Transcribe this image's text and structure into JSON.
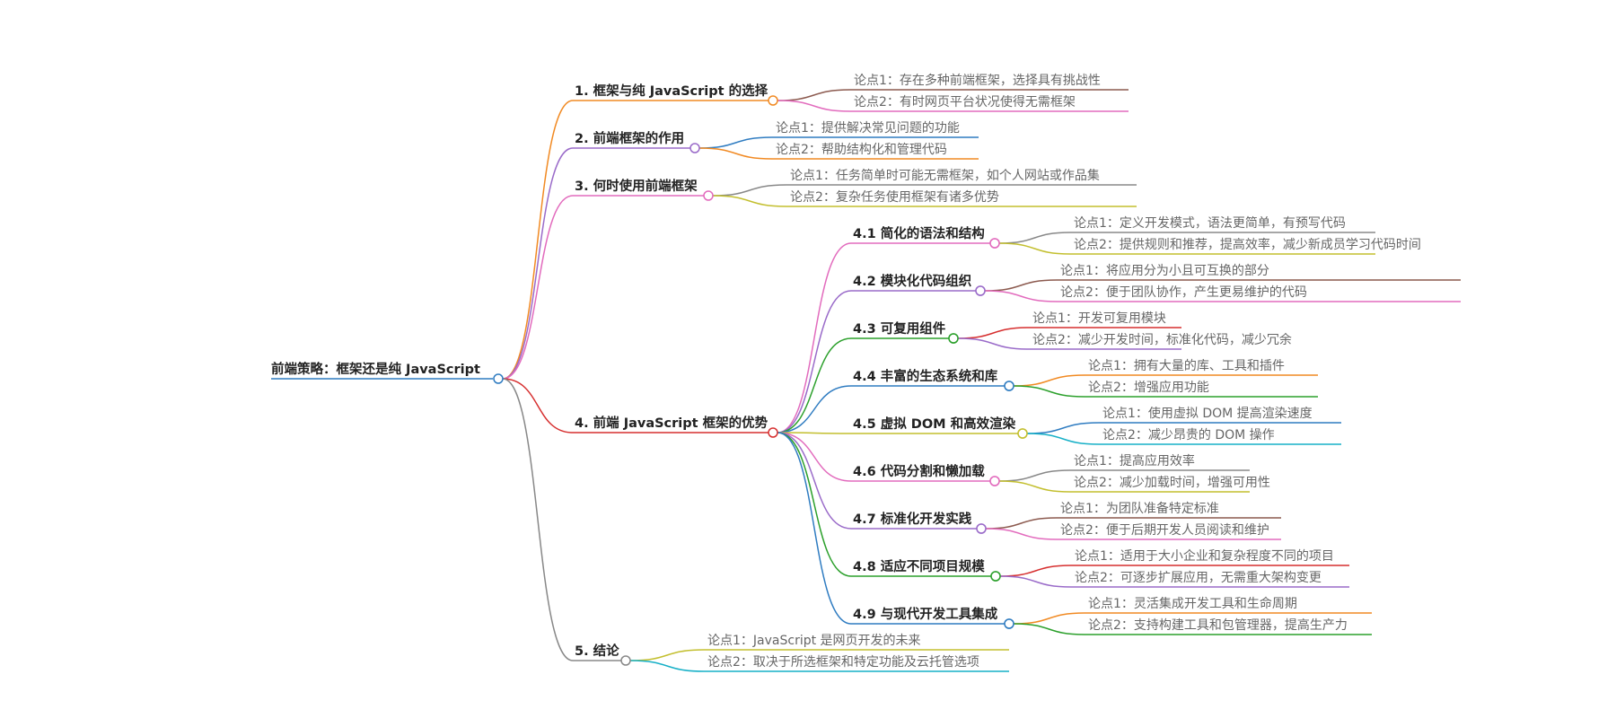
{
  "mindmap": {
    "root": {
      "label": "前端策略：框架还是纯 JavaScript",
      "color": "#2f7cc1"
    },
    "branches": [
      {
        "label": "1. 框架与纯 JavaScript 的选择",
        "color": "#f18a23",
        "children": [
          {
            "label": "论点1：存在多种前端框架，选择具有挑战性",
            "color": "#8c5a4f"
          },
          {
            "label": "论点2：有时网页平台状况使得无需框架",
            "color": "#e26bbd"
          }
        ]
      },
      {
        "label": "2. 前端框架的作用",
        "color": "#9a6bc9",
        "children": [
          {
            "label": "论点1：提供解决常见问题的功能",
            "color": "#2f7cc1"
          },
          {
            "label": "论点2：帮助结构化和管理代码",
            "color": "#f18a23"
          }
        ]
      },
      {
        "label": "3. 何时使用前端框架",
        "color": "#e26bbd",
        "children": [
          {
            "label": "论点1：任务简单时可能无需框架，如个人网站或作品集",
            "color": "#888888"
          },
          {
            "label": "论点2：复杂任务使用框架有诸多优势",
            "color": "#c3bf2f"
          }
        ]
      },
      {
        "label": "4. 前端 JavaScript 框架的优势",
        "color": "#d62f2f",
        "children": [
          {
            "label": "4.1 简化的语法和结构",
            "color": "#e26bbd",
            "children": [
              {
                "label": "论点1：定义开发模式，语法更简单，有预写代码",
                "color": "#888888"
              },
              {
                "label": "论点2：提供规则和推荐，提高效率，减少新成员学习代码时间",
                "color": "#c3bf2f"
              }
            ]
          },
          {
            "label": "4.2 模块化代码组织",
            "color": "#9a6bc9",
            "children": [
              {
                "label": "论点1：将应用分为小且可互换的部分",
                "color": "#8c5a4f"
              },
              {
                "label": "论点2：便于团队协作，产生更易维护的代码",
                "color": "#e26bbd"
              }
            ]
          },
          {
            "label": "4.3 可复用组件",
            "color": "#2ca02c",
            "children": [
              {
                "label": "论点1：开发可复用模块",
                "color": "#d62f2f"
              },
              {
                "label": "论点2：减少开发时间，标准化代码，减少冗余",
                "color": "#9a6bc9"
              }
            ]
          },
          {
            "label": "4.4 丰富的生态系统和库",
            "color": "#2f7cc1",
            "children": [
              {
                "label": "论点1：拥有大量的库、工具和插件",
                "color": "#f18a23"
              },
              {
                "label": "论点2：增强应用功能",
                "color": "#2ca02c"
              }
            ]
          },
          {
            "label": "4.5 虚拟 DOM 和高效渲染",
            "color": "#c3bf2f",
            "children": [
              {
                "label": "论点1：使用虚拟 DOM 提高渲染速度",
                "color": "#2f7cc1"
              },
              {
                "label": "论点2：减少昂贵的 DOM 操作",
                "color": "#17b0c7"
              }
            ]
          },
          {
            "label": "4.6 代码分割和懒加载",
            "color": "#e26bbd",
            "children": [
              {
                "label": "论点1：提高应用效率",
                "color": "#888888"
              },
              {
                "label": "论点2：减少加载时间，增强可用性",
                "color": "#c3bf2f"
              }
            ]
          },
          {
            "label": "4.7 标准化开发实践",
            "color": "#9a6bc9",
            "children": [
              {
                "label": "论点1：为团队准备特定标准",
                "color": "#8c5a4f"
              },
              {
                "label": "论点2：便于后期开发人员阅读和维护",
                "color": "#e26bbd"
              }
            ]
          },
          {
            "label": "4.8 适应不同项目规模",
            "color": "#2ca02c",
            "children": [
              {
                "label": "论点1：适用于大小企业和复杂程度不同的项目",
                "color": "#d62f2f"
              },
              {
                "label": "论点2：可逐步扩展应用，无需重大架构变更",
                "color": "#9a6bc9"
              }
            ]
          },
          {
            "label": "4.9 与现代开发工具集成",
            "color": "#2f7cc1",
            "children": [
              {
                "label": "论点1：灵活集成开发工具和生命周期",
                "color": "#f18a23"
              },
              {
                "label": "论点2：支持构建工具和包管理器，提高生产力",
                "color": "#2ca02c"
              }
            ]
          }
        ]
      },
      {
        "label": "5. 结论",
        "color": "#888888",
        "children": [
          {
            "label": "论点1：JavaScript 是网页开发的未来",
            "color": "#c3bf2f"
          },
          {
            "label": "论点2：取决于所选框架和特定功能及云托管选项",
            "color": "#17b0c7"
          }
        ]
      }
    ]
  }
}
